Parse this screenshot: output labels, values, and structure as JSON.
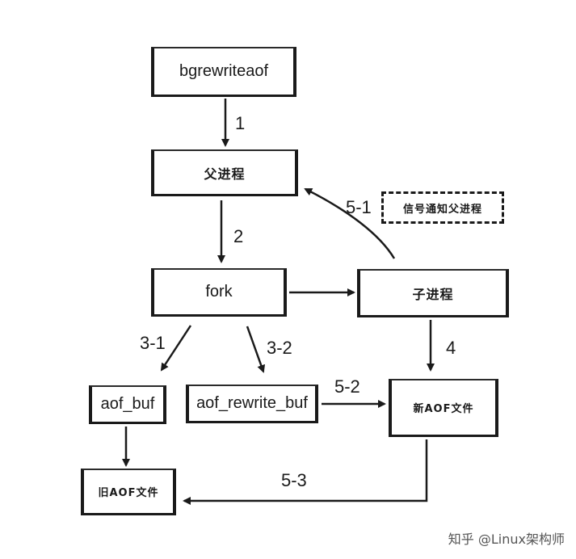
{
  "nodes": {
    "bgrewriteaof": "bgrewriteaof",
    "parent_process": "父进程",
    "fork": "fork",
    "child_process": "子进程",
    "signal_parent": "信号通知父进程",
    "aof_buf": "aof_buf",
    "aof_rewrite_buf": "aof_rewrite_buf",
    "new_aof_file": "新AOF文件",
    "old_aof_file": "旧AOF文件"
  },
  "steps": {
    "s1": "1",
    "s2": "2",
    "s3_1": "3-1",
    "s3_2": "3-2",
    "s4": "4",
    "s5_1": "5-1",
    "s5_2": "5-2",
    "s5_3": "5-3"
  },
  "watermark": "知乎 @Linux架构师"
}
